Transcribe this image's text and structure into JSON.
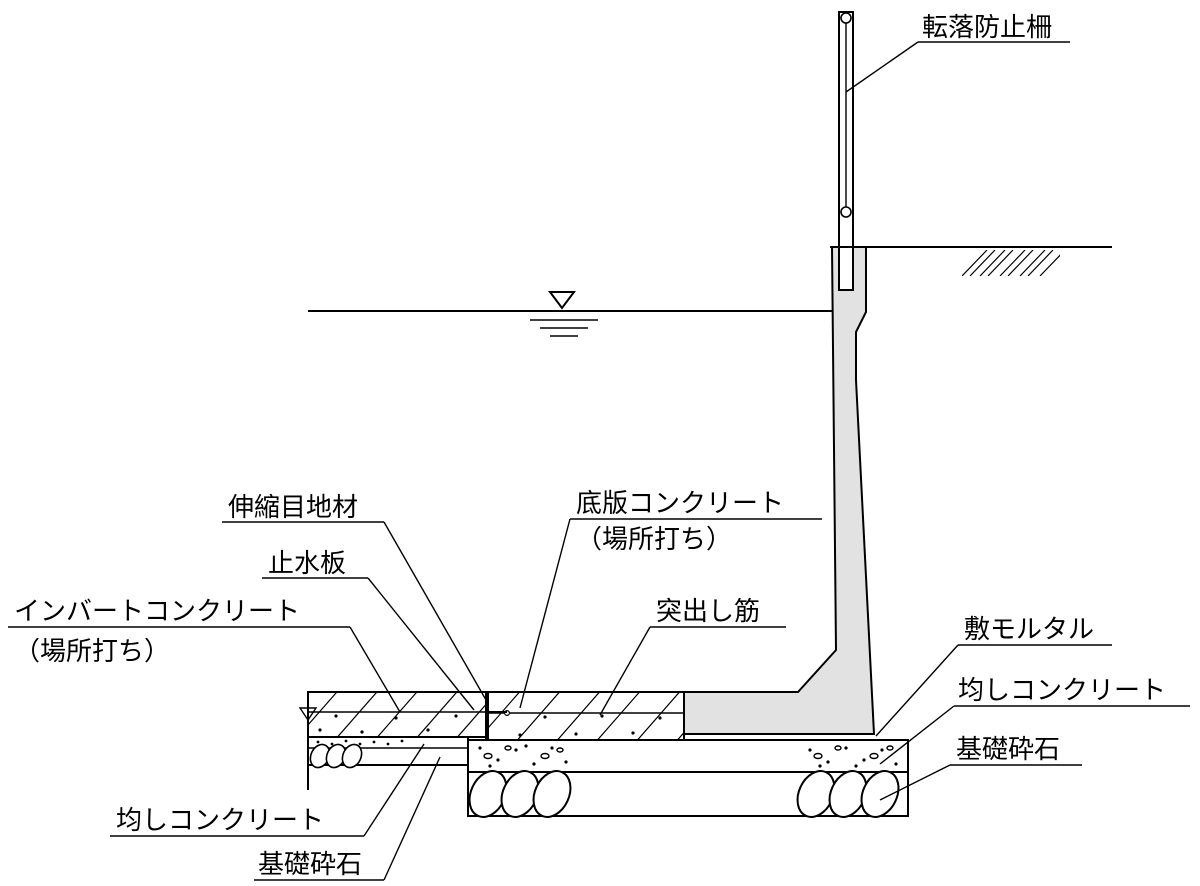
{
  "labels": {
    "guard_fence": "転落防止柵",
    "expansion_joint": "伸縮目地材",
    "waterstop": "止水板",
    "invert_concrete": "インバートコンクリート",
    "invert_concrete_note": "（場所打ち）",
    "base_slab": "底版コンクリート",
    "base_slab_note": "（場所打ち）",
    "dowel_bar": "突出し筋",
    "bedding_mortar": "敷モルタル",
    "leveling_concrete_right": "均しコンクリート",
    "crushed_stone_right": "基礎砕石",
    "leveling_concrete_left": "均しコンクリート",
    "crushed_stone_left": "基礎砕石"
  }
}
